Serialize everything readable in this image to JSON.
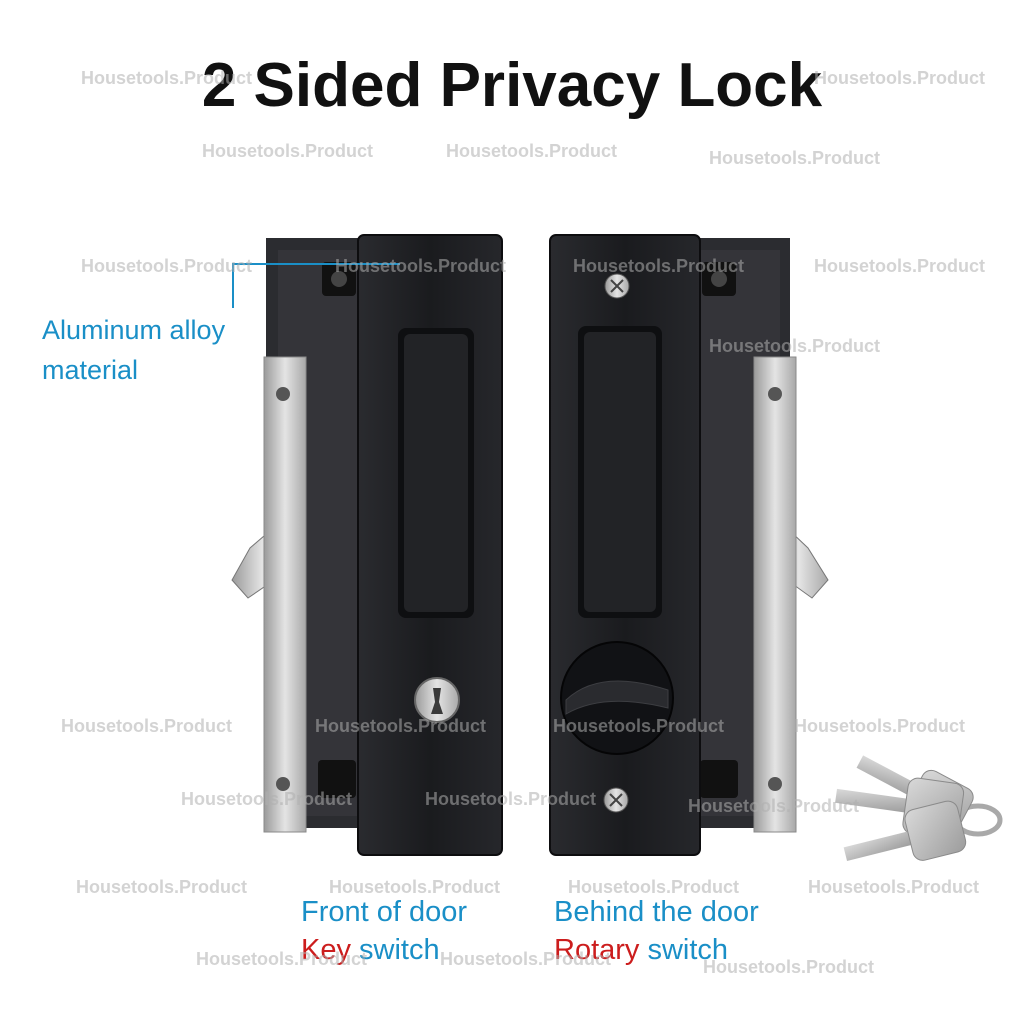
{
  "title": "2 Sided Privacy Lock",
  "callout": {
    "line1": "Aluminum alloy",
    "line2": "material"
  },
  "captions": {
    "front": {
      "line1": "Front of door",
      "key_word": "Key",
      "switch_word": "switch"
    },
    "back": {
      "line1": "Behind the door",
      "rotary_word": "Rotary",
      "switch_word": "switch"
    }
  },
  "watermark": "Housetools.Product",
  "colors": {
    "accent_blue": "#1a8fc7",
    "accent_red": "#cc1d1d",
    "lock_body": "#1c1d20"
  }
}
